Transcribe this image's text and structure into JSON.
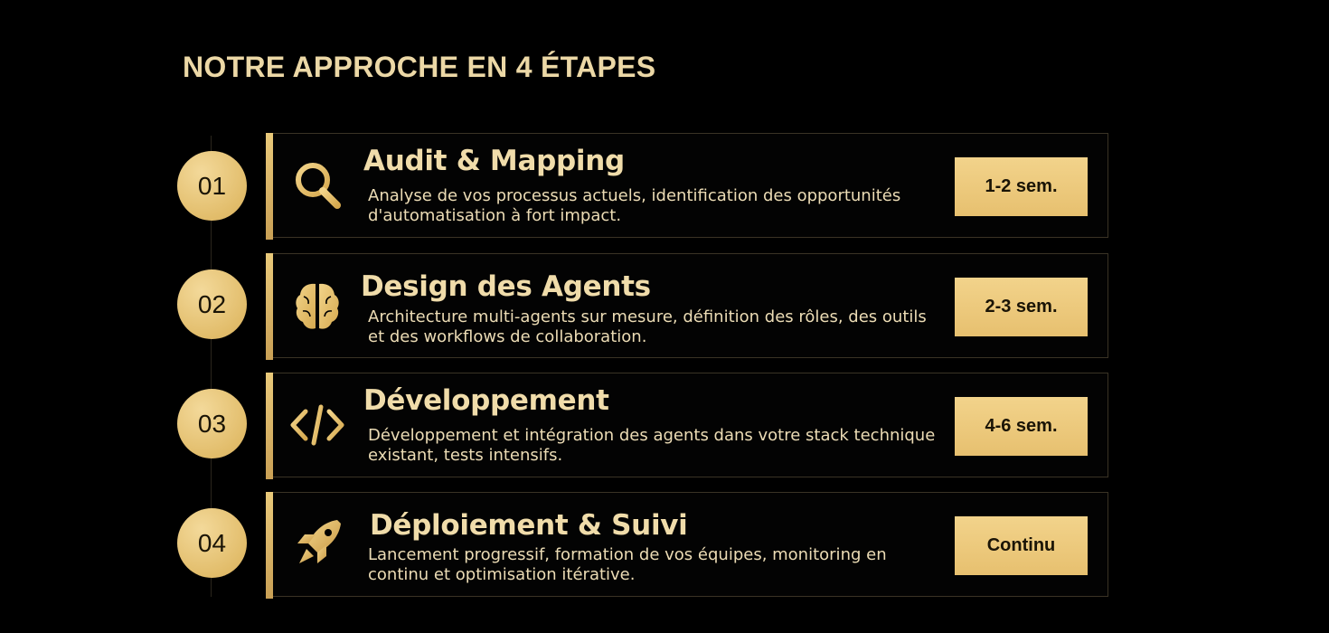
{
  "title": "NOTRE APPROCHE EN 4 ÉTAPES",
  "colors": {
    "background": "#000000",
    "accent": "#E8C273",
    "text": "#ECD8A6"
  },
  "steps": [
    {
      "number": "01",
      "icon": "search-icon",
      "title": "Audit & Mapping",
      "description": "Analyse de vos processus actuels, identification des opportunités d'automatisation à fort impact.",
      "duration": "1-2 sem."
    },
    {
      "number": "02",
      "icon": "brain-icon",
      "title": "Design des Agents",
      "description": "Architecture multi-agents sur mesure, définition des rôles, des outils et des workflows de collaboration.",
      "duration": "2-3 sem."
    },
    {
      "number": "03",
      "icon": "code-icon",
      "title": "Développement",
      "description": "Développement et intégration des agents dans votre stack technique existant, tests intensifs.",
      "duration": "4-6 sem."
    },
    {
      "number": "04",
      "icon": "rocket-icon",
      "title": "Déploiement & Suivi",
      "description": "Lancement progressif, formation de vos équipes, monitoring en continu et optimisation itérative.",
      "duration": "Continu"
    }
  ]
}
